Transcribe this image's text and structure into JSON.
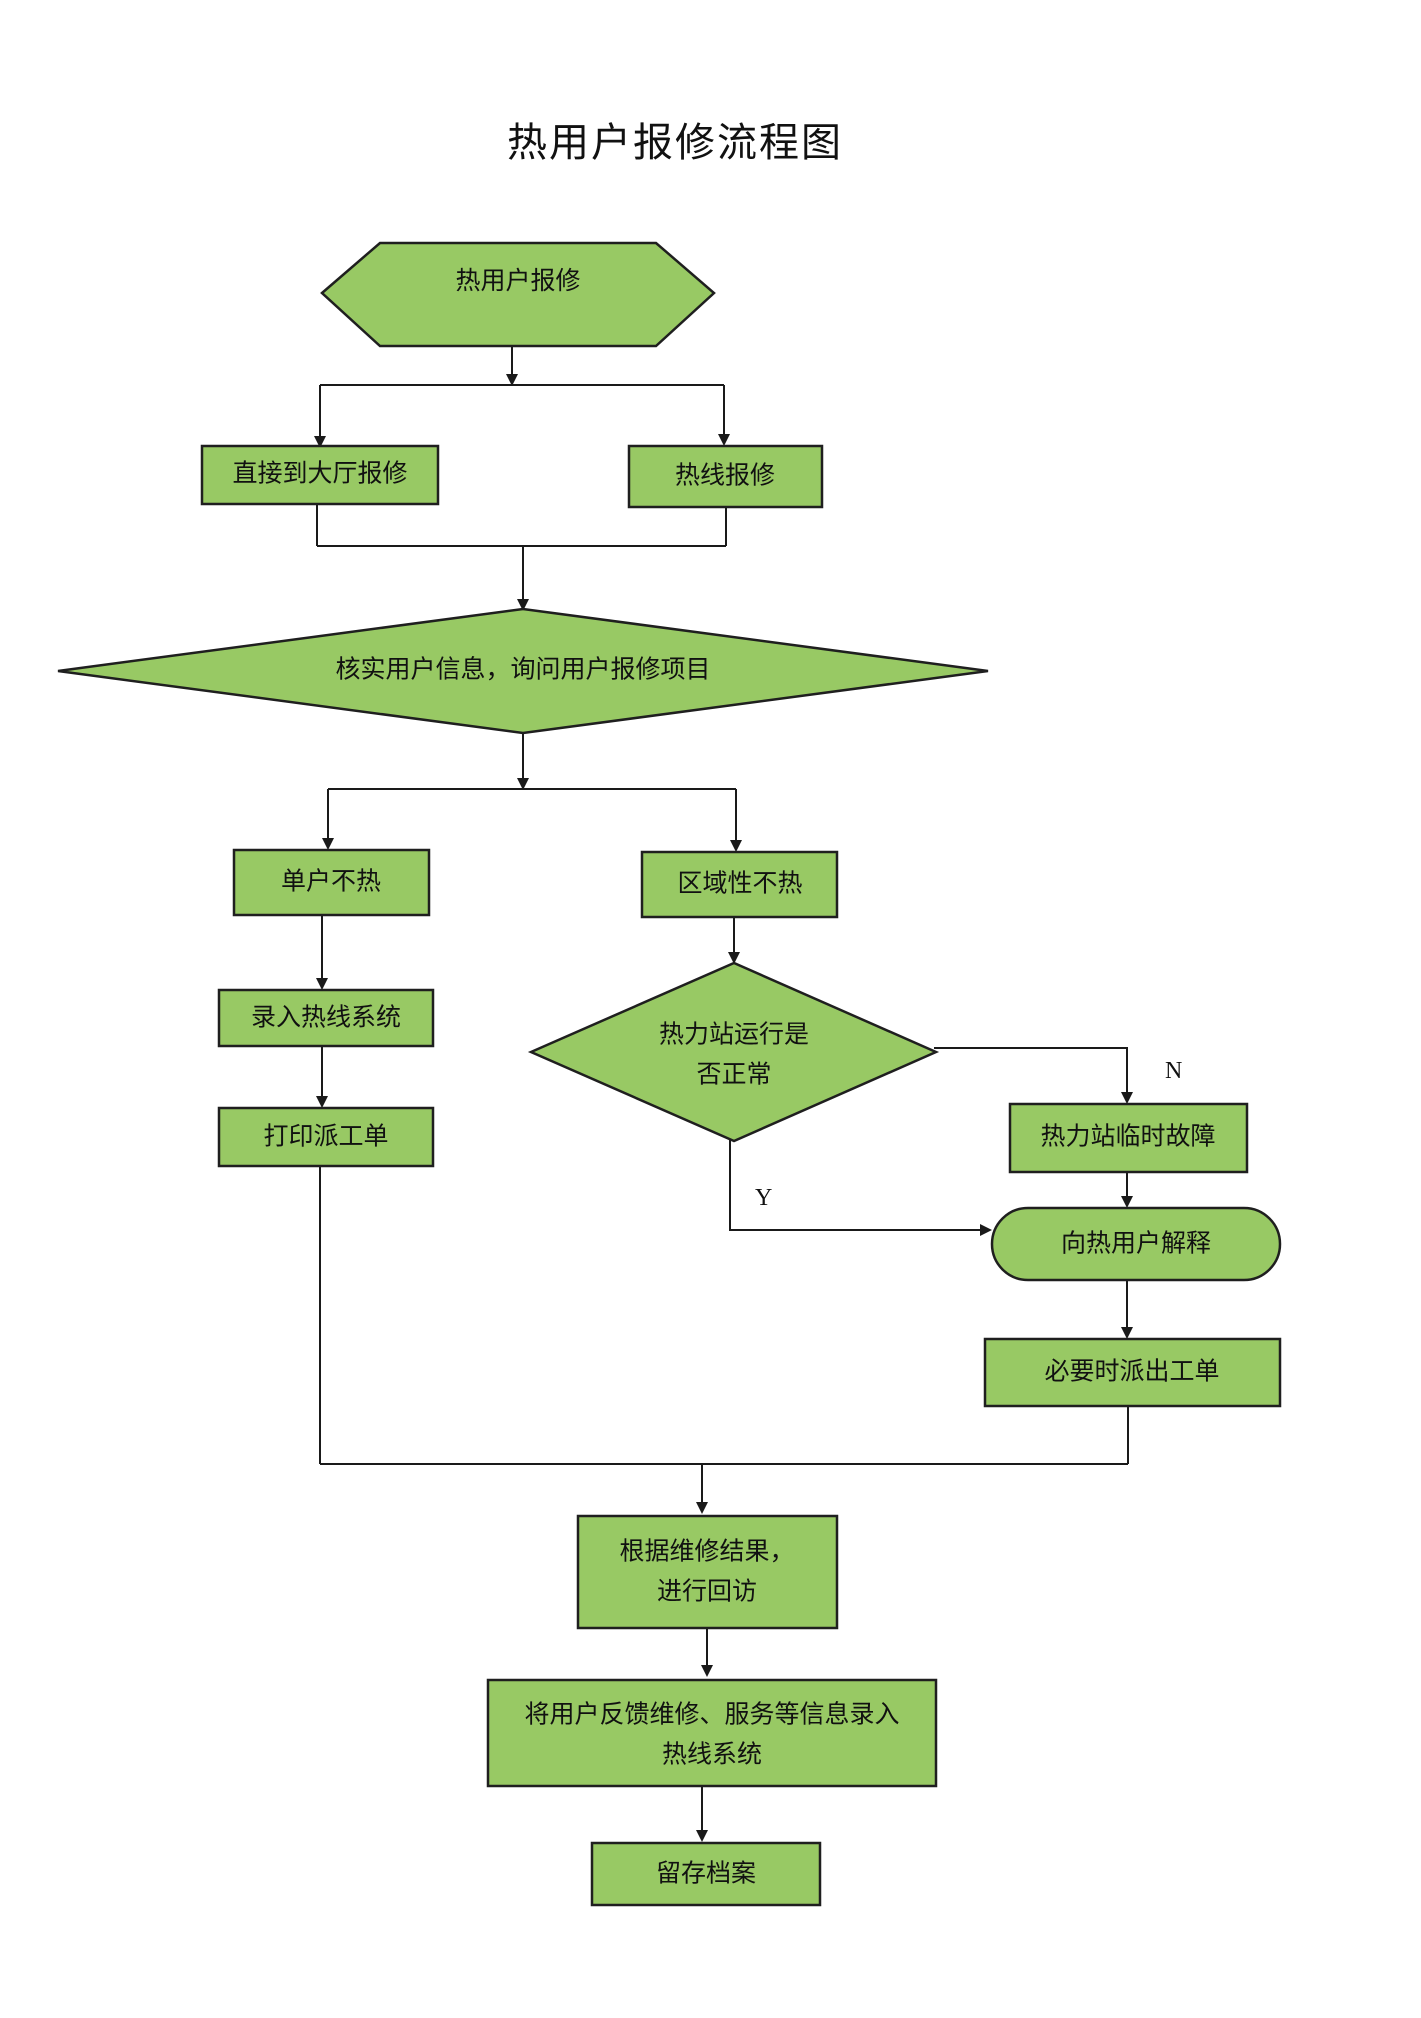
{
  "title": "热用户报修流程图",
  "nodes": {
    "start": "热用户报修",
    "hall": "直接到大厅报修",
    "hotline": "热线报修",
    "verify": "核实用户信息，询问用户报修项目",
    "single": "单户不热",
    "regional": "区域性不热",
    "input_system": "录入热线系统",
    "station_check": [
      "热力站运行是",
      "否正常"
    ],
    "station_fault": "热力站临时故障",
    "print_order": "打印派工单",
    "explain": "向热用户解释",
    "dispatch_if_needed": "必要时派出工单",
    "revisit": [
      "根据维修结果，",
      "进行回访"
    ],
    "record_feedback": [
      "将用户反馈维修、服务等信息录入",
      "热线系统"
    ],
    "archive": "留存档案"
  },
  "edge_labels": {
    "no": "N",
    "yes": "Y"
  }
}
